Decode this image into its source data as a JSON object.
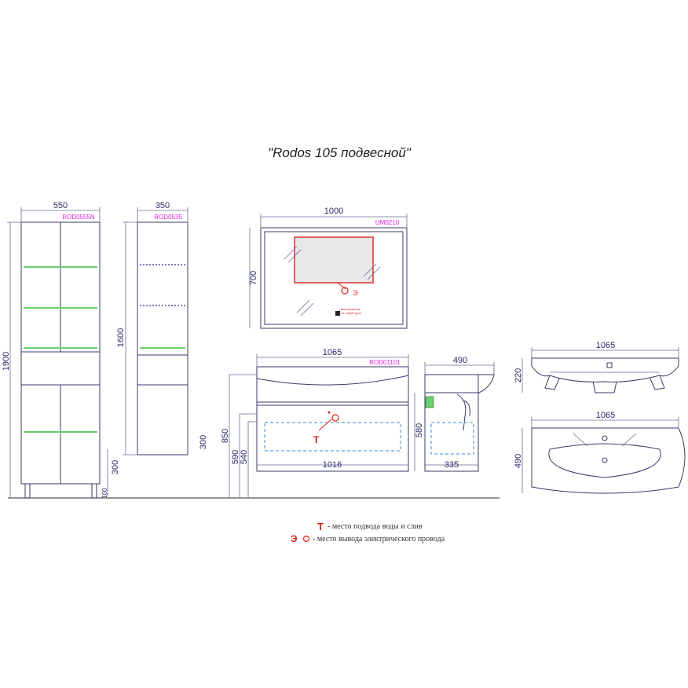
{
  "title": "\"Rodos 105 подвесной\"",
  "codes": {
    "tall_cabinet": "ROD0555N",
    "narrow_cabinet": "ROD0535",
    "mirror": "UM0210",
    "vanity": "ROD01101"
  },
  "dimensions": {
    "tall_width": "550",
    "tall_height": "1900",
    "tall_depth": "300",
    "tall_legs": "100",
    "narrow_width": "350",
    "narrow_height": "1600",
    "narrow_depth": "300",
    "mirror_width": "1000",
    "mirror_height": "700",
    "vanity_width": "1065",
    "vanity_inner": "1016",
    "vanity_mount": "850",
    "vanity_590": "590",
    "vanity_540": "540",
    "side_depth": "490",
    "side_height": "580",
    "side_inner": "335",
    "sink_width_front": "1065",
    "sink_height": "220",
    "sink_width_top": "1065",
    "sink_depth": "490"
  },
  "markers": {
    "t": "T",
    "e": "Э"
  },
  "mirror_note_lines": [
    "Выключатель",
    "на левой руке"
  ],
  "legend": [
    {
      "symbol": "T",
      "text": "- место подвода воды и слив"
    },
    {
      "symbol": "Э",
      "text": "- место вывода электрического провода"
    }
  ],
  "colors": {
    "line": "#3a3a6a",
    "shelf": "#6cd06c",
    "code": "#e020e0",
    "marker": "#e02020",
    "dashed": "#5aa0e0"
  }
}
